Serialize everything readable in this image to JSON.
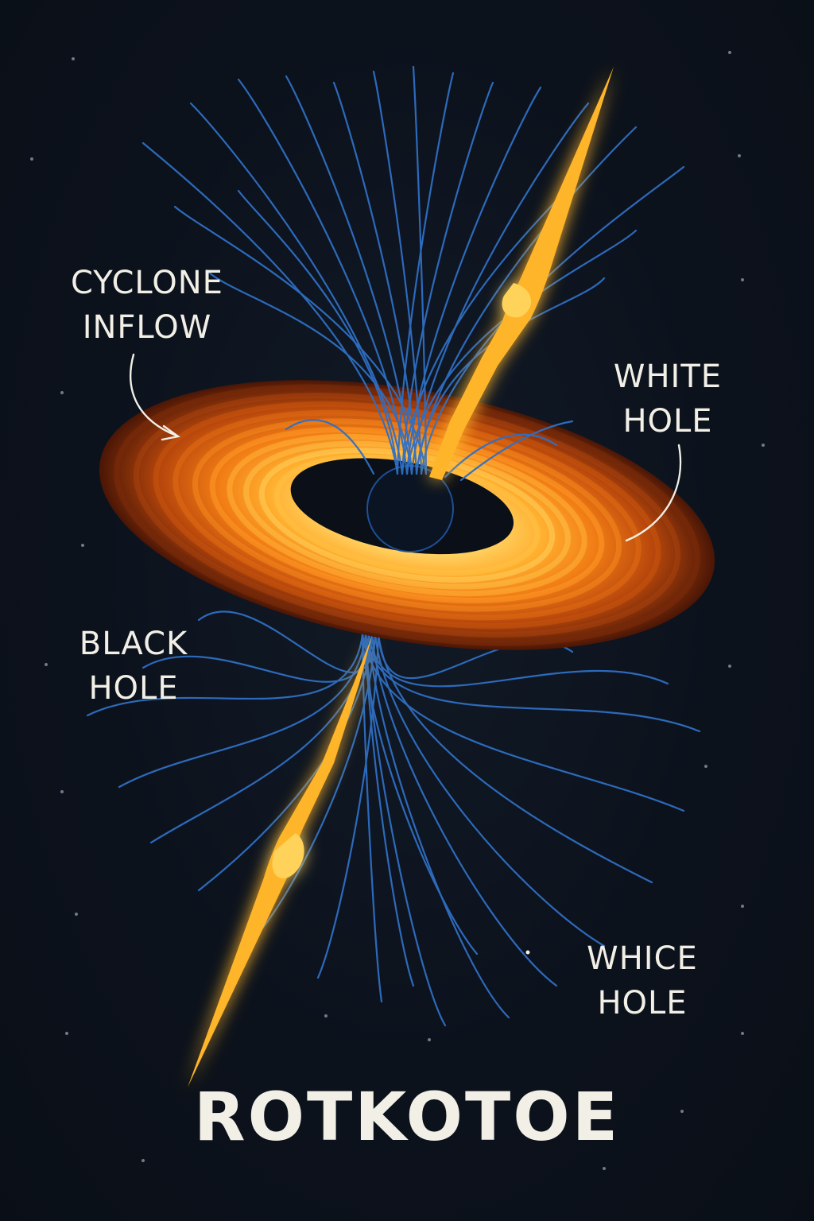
{
  "labels": {
    "cyclone_inflow": [
      "CYCLONE",
      "INFLOW"
    ],
    "white_hole": [
      "WHITE",
      "HOLE"
    ],
    "black_hole": [
      "BLACK",
      "HOLE"
    ],
    "whice_hole": [
      "WHICE",
      "HOLE"
    ]
  },
  "title": "ROTKOTOE",
  "colors": {
    "background": "#0b111a",
    "field_lines": "#2f6fc4",
    "disk_outer": "#5a1e08",
    "disk_mid": "#d9650f",
    "disk_inner": "#ffb73a",
    "jet": "#ffc23d",
    "text": "#f2efe6"
  }
}
